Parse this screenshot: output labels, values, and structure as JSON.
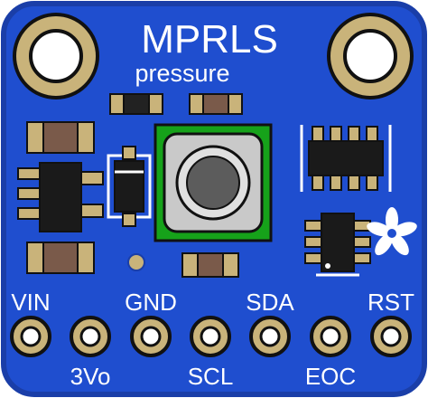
{
  "board": {
    "title": "MPRLS",
    "subtitle": "pressure",
    "colors": {
      "pcb": "#1f4ecf",
      "pcb_edge": "#1a3ea8",
      "silkscreen": "#ffffff",
      "pad_gold": "#c9b37a",
      "ic_black": "#1a1a1a",
      "sensor_green": "#16a21a",
      "sensor_metal": "#c9c9c9"
    }
  },
  "pins_top_labels": [
    "VIN",
    "GND",
    "SDA",
    "RST"
  ],
  "pins_bottom_labels": [
    "3Vo",
    "SCL",
    "EOC"
  ],
  "icons": [
    "adafruit-flower-logo-icon",
    "mounting-hole-icon"
  ]
}
